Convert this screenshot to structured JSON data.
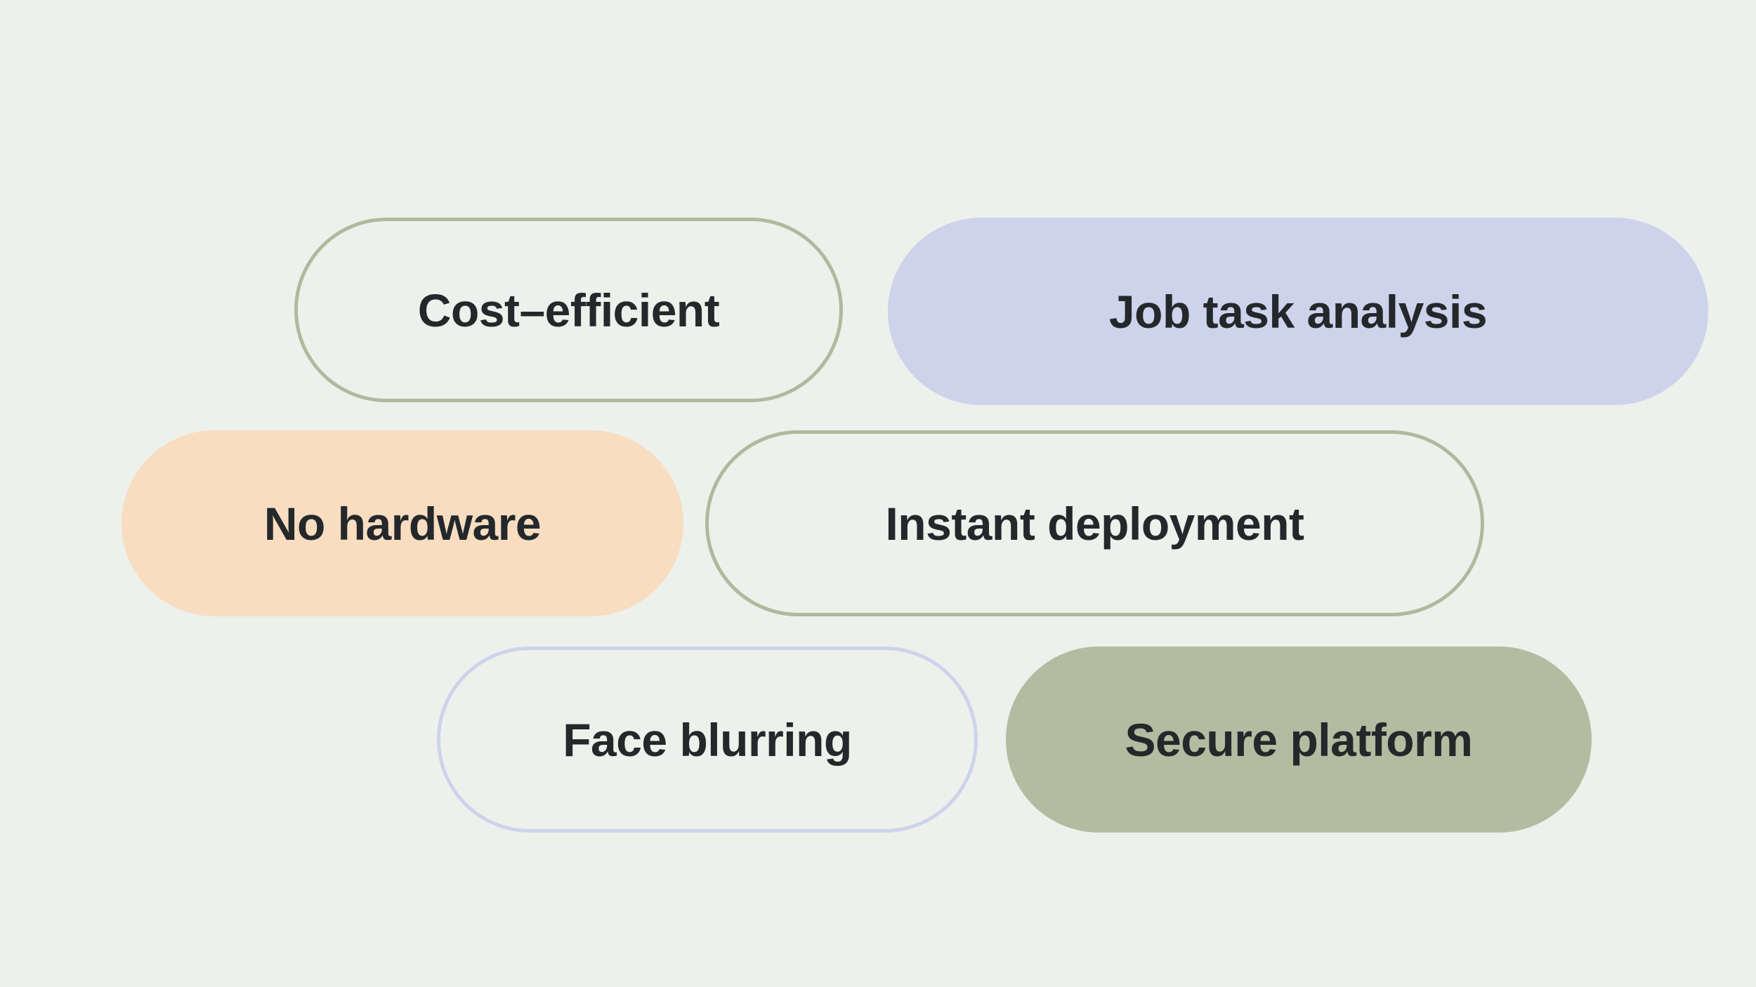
{
  "canvas": {
    "background_color": "#ECF1EC",
    "text_color": "#24282B"
  },
  "pills": [
    {
      "label": "Cost–efficient",
      "style": "outline",
      "border_color": "#B2B89D",
      "fill": "transparent"
    },
    {
      "label": "Job task analysis",
      "style": "filled",
      "border_color": null,
      "fill": "#CDD3EB"
    },
    {
      "label": "No hardware",
      "style": "filled",
      "border_color": null,
      "fill": "#F8DDC1"
    },
    {
      "label": "Instant deployment",
      "style": "outline",
      "border_color": "#B2B89D",
      "fill": "transparent"
    },
    {
      "label": "Face blurring",
      "style": "outline",
      "border_color": "#CDD3EB",
      "fill": "transparent"
    },
    {
      "label": "Secure platform",
      "style": "filled",
      "border_color": null,
      "fill": "#B4BBA0"
    }
  ]
}
